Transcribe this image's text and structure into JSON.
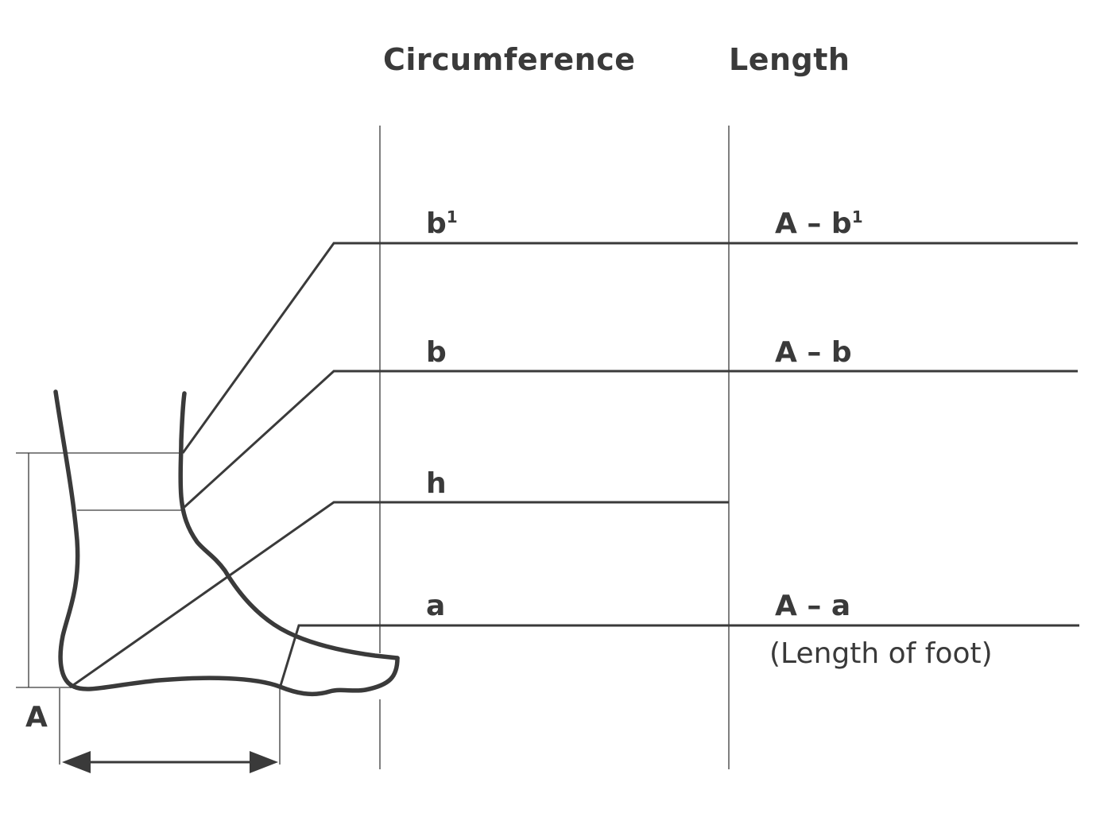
{
  "headers": {
    "circumference": "Circumference",
    "length": "Length"
  },
  "circumference_labels": {
    "b1_base": "b",
    "b1_sup": "1",
    "b": "b",
    "h": "h",
    "a": "a"
  },
  "length_labels": {
    "a_b1_base": "A – b",
    "a_b1_sup": "1",
    "a_b": "A – b",
    "a_a": "A – a",
    "a_a_note": "(Length of foot)"
  },
  "point_label": "A",
  "colors": {
    "line": "#3a3a3a",
    "background": "#ffffff"
  }
}
